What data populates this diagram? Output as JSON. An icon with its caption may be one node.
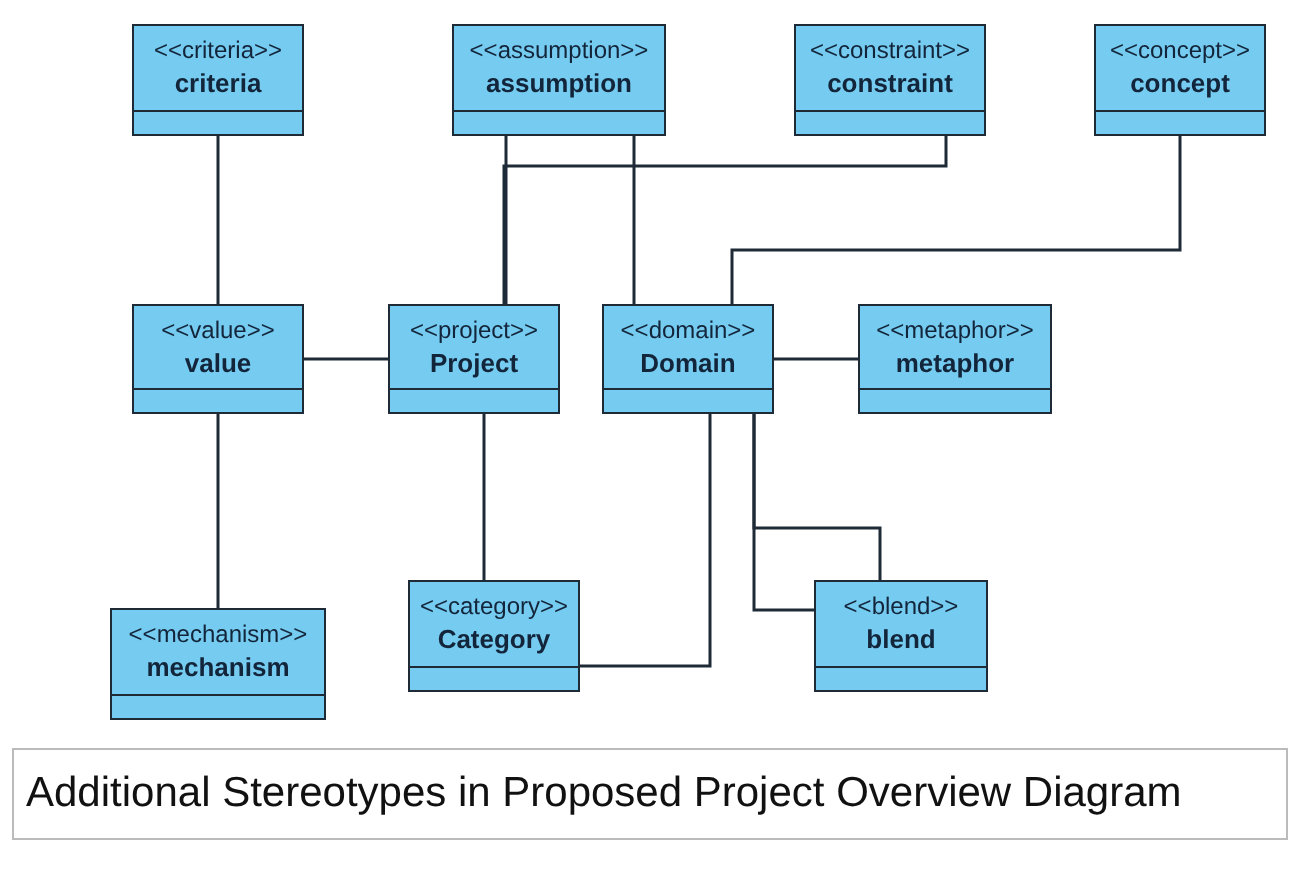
{
  "diagram": {
    "title": "Additional Stereotypes in Proposed Project Overview Diagram",
    "nodes": [
      {
        "text": [
          "<<criteria>>",
          "criteria"
        ]
      },
      {
        "text": [
          "<<assumption>>",
          "assumption"
        ]
      },
      {
        "text": [
          "<<constraint>>",
          "constraint"
        ]
      },
      {
        "text": [
          "<<concept>>",
          "concept"
        ]
      },
      {
        "text": [
          "<<value>>",
          "value"
        ]
      },
      {
        "text": [
          "<<project>>",
          "Project"
        ]
      },
      {
        "text": [
          "<<domain>>",
          "Domain"
        ]
      },
      {
        "text": [
          "<<metaphor>>",
          "metaphor"
        ]
      },
      {
        "text": [
          "<<mechanism>>",
          "mechanism"
        ]
      },
      {
        "text": [
          "<<category>>",
          "Category"
        ]
      },
      {
        "text": [
          "<<blend>>",
          "blend"
        ]
      }
    ],
    "edges": [
      {
        "from": 0,
        "to": 4,
        "arrow": "none"
      },
      {
        "from": 1,
        "to": 5,
        "arrow": "none"
      },
      {
        "from": 1,
        "to": 6,
        "arrow": "none"
      },
      {
        "from": 2,
        "to": 5,
        "arrow": "none"
      },
      {
        "from": 3,
        "to": 6,
        "arrow": "none"
      },
      {
        "from": 4,
        "to": 5,
        "arrow": "none"
      },
      {
        "from": 6,
        "to": 7,
        "arrow": "none"
      },
      {
        "from": 4,
        "to": 8,
        "arrow": "none"
      },
      {
        "from": 5,
        "to": 9,
        "arrow": "none"
      },
      {
        "from": 6,
        "to": 9,
        "arrow": "none"
      },
      {
        "from": 6,
        "to": 10,
        "arrow": "none"
      },
      {
        "from": 6,
        "to": 10,
        "arrow": "none"
      }
    ]
  }
}
